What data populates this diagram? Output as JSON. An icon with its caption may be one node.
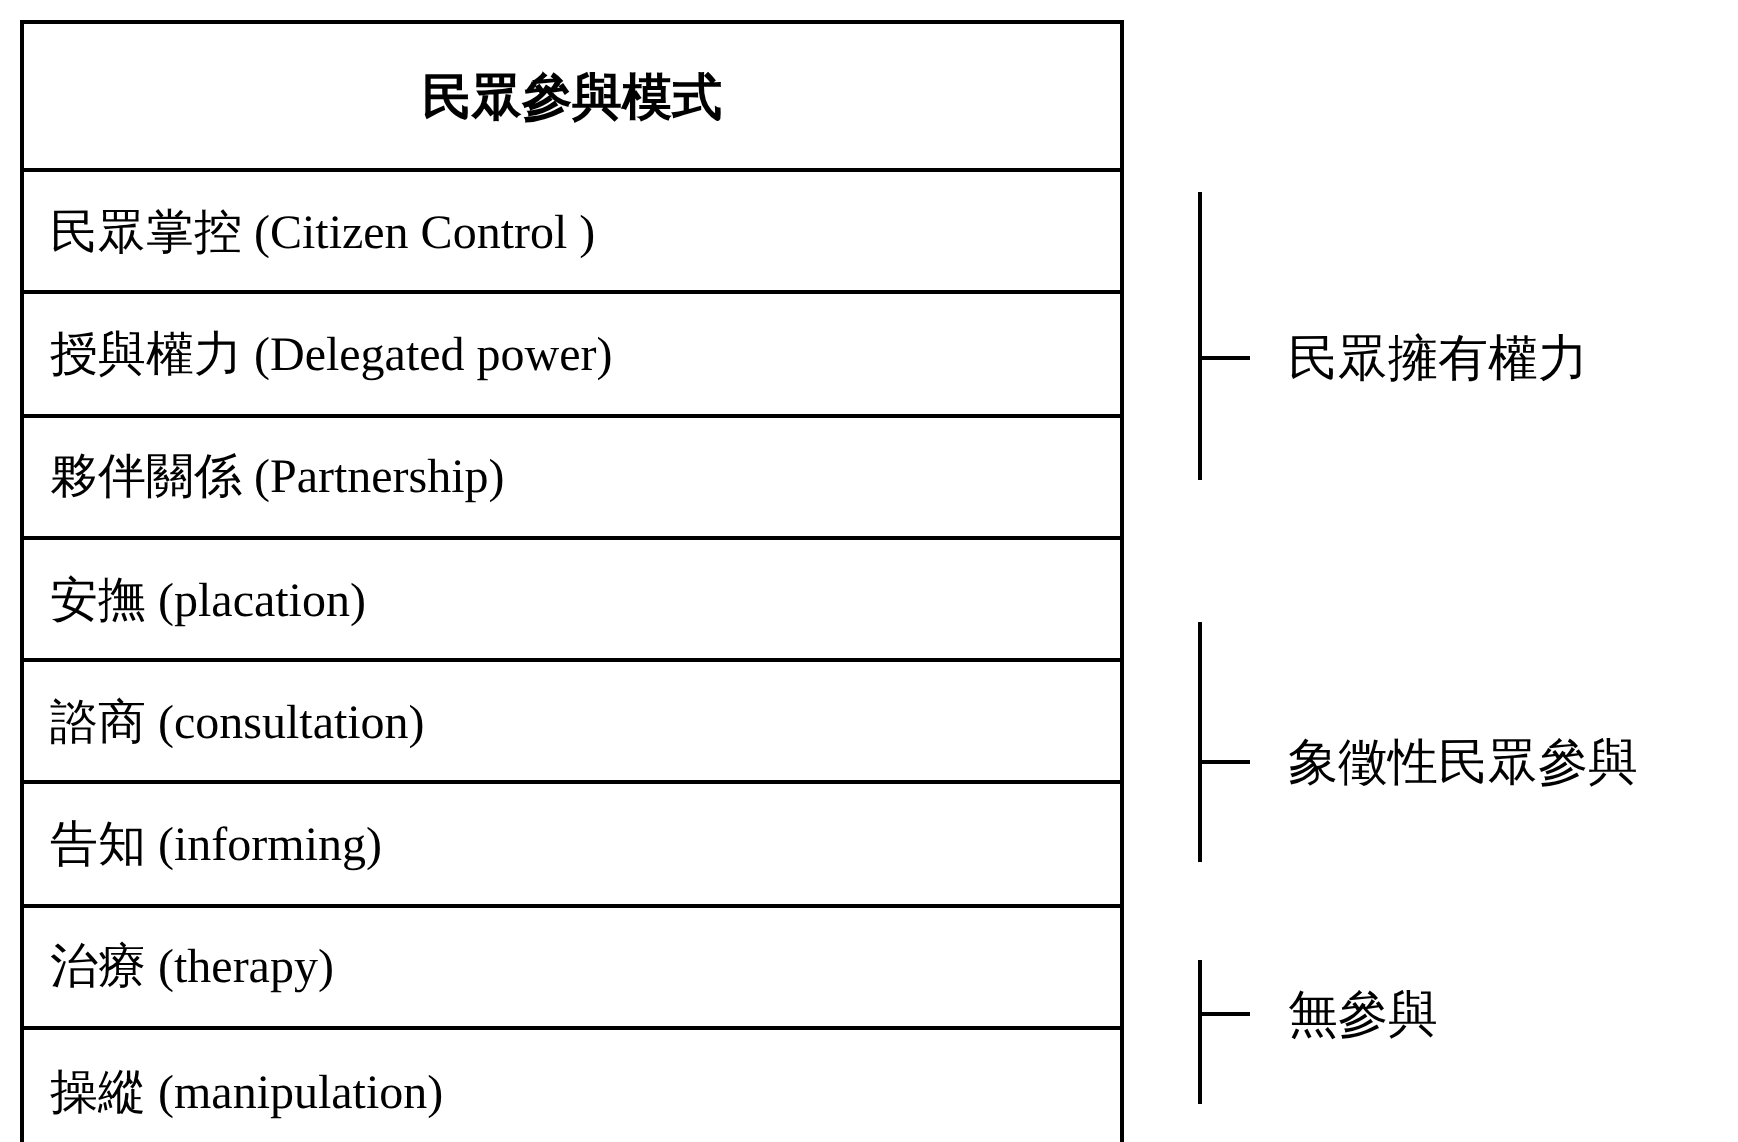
{
  "diagram": {
    "nodes": [
      {
        "text": [
          "民眾參與模式"
        ]
      },
      {
        "text": [
          "民眾掌控 (Citizen Control )"
        ],
        "in": 0
      },
      {
        "text": [
          "授與權力 (Delegated power)"
        ],
        "in": 0
      },
      {
        "text": [
          "夥伴關係 (Partnership)"
        ],
        "in": 0
      },
      {
        "text": [
          "安撫 (placation)"
        ],
        "in": 0
      },
      {
        "text": [
          "諮商 (consultation)"
        ],
        "in": 0
      },
      {
        "text": [
          "告知 (informing)"
        ],
        "in": 0
      },
      {
        "text": [
          "治療 (therapy)"
        ],
        "in": 0
      },
      {
        "text": [
          "操縱 (manipulation)"
        ],
        "in": 0
      }
    ],
    "labels": [
      "民眾擁有權力",
      "象徵性民眾參與",
      "無參與"
    ]
  }
}
